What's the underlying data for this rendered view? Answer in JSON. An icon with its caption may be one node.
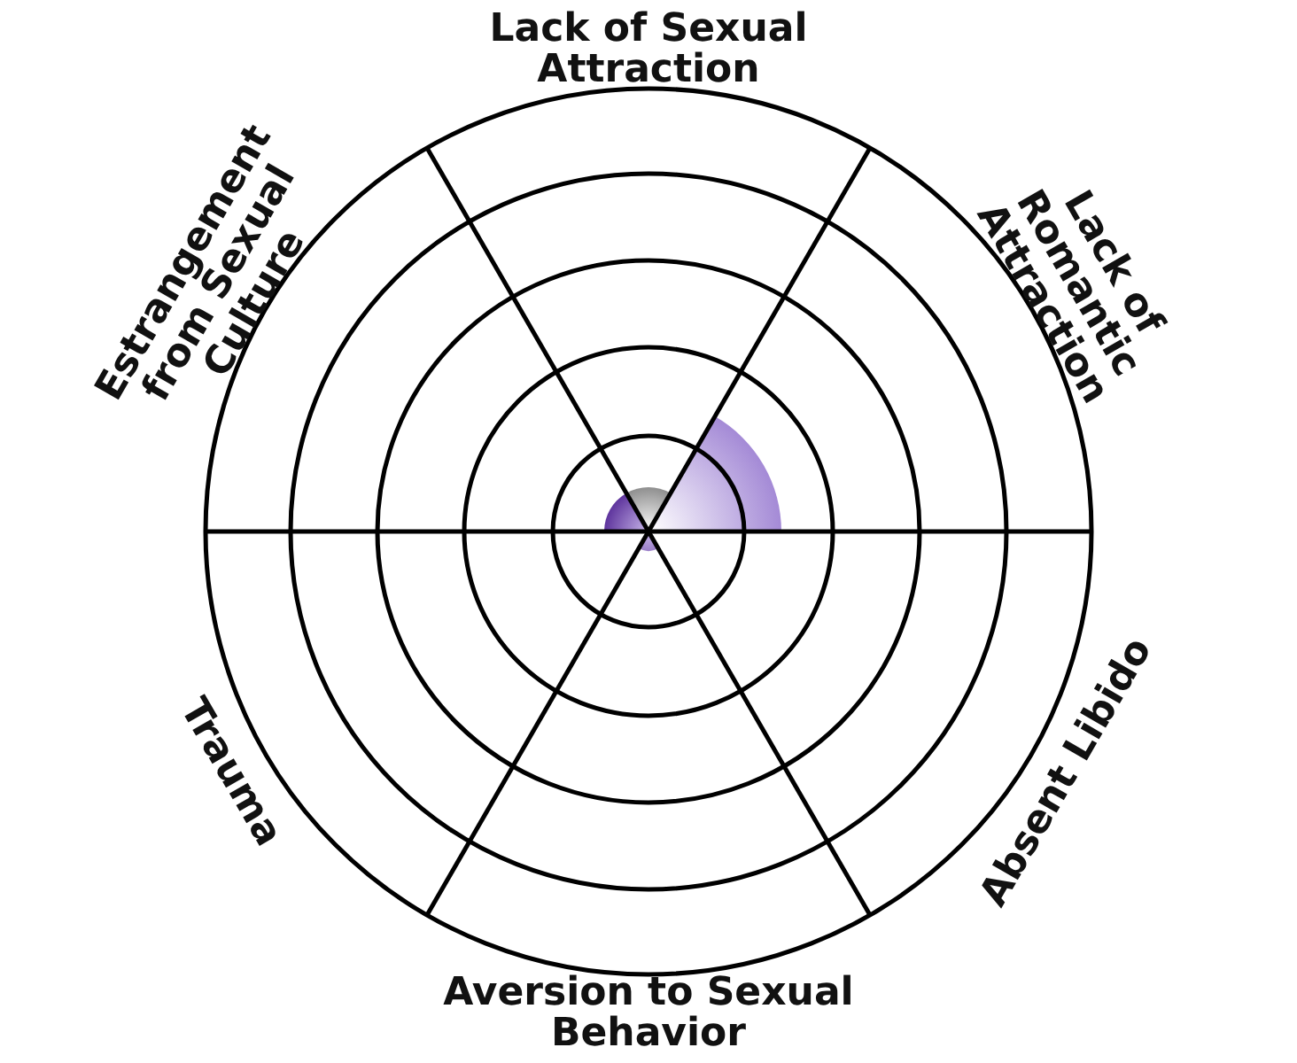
{
  "diagram": {
    "labels": [
      "Lack of Sexual Attraction",
      "Lack of Romantic Attraction",
      "Absent Libido",
      "Aversion to Sexual Behavior",
      "Trauma",
      "Estrangement from Sexual Culture"
    ]
  }
}
